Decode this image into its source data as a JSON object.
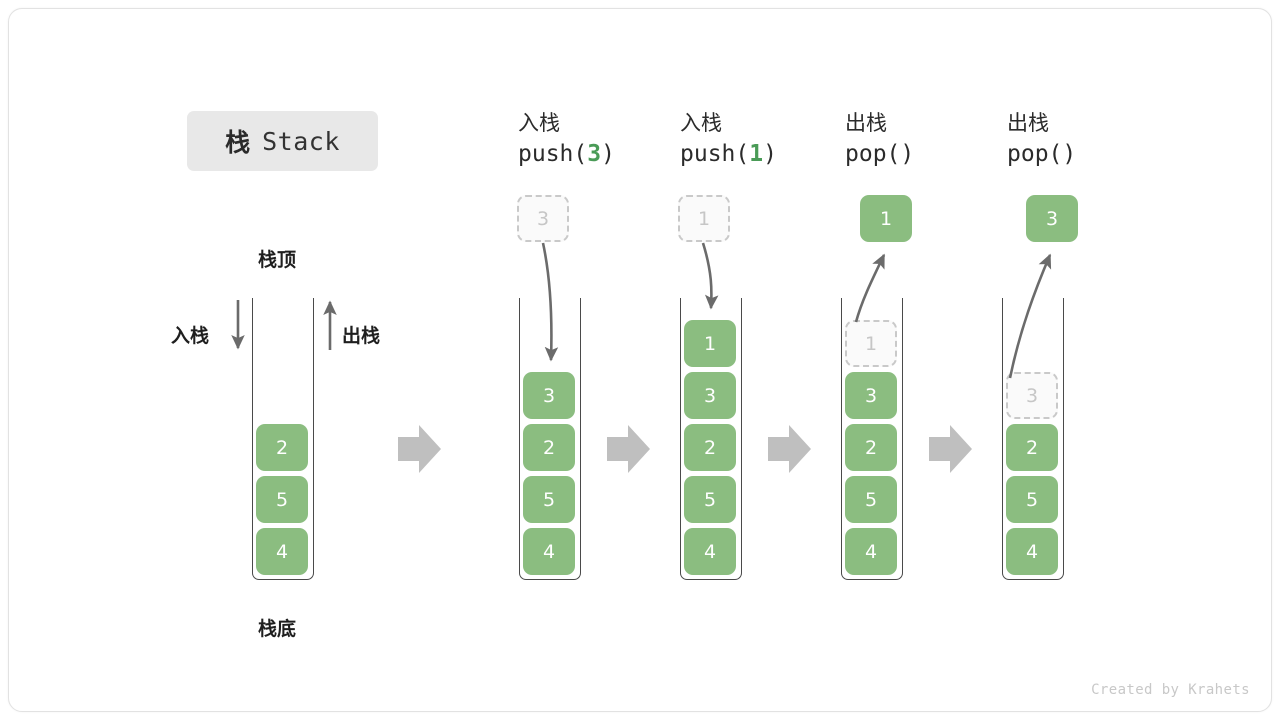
{
  "title": {
    "cn": "栈",
    "en": "Stack"
  },
  "labels": {
    "top": "栈顶",
    "bottom": "栈底",
    "push_side": "入栈",
    "pop_side": "出栈"
  },
  "footer": "Created by Krahets",
  "colors": {
    "element_green": "#8bbd80",
    "accent_green": "#4a9b57",
    "ghost_border": "#c9c9c9",
    "ghost_fill": "#fafafa",
    "ghost_text": "#c6c6c6",
    "arrow_gray": "#6b6b6b",
    "block_arrow_gray": "#bfbfbf",
    "badge_bg": "#e8e8e8",
    "stack_border": "#4a4a4a",
    "card_border": "#e2e2e2"
  },
  "steps": [
    {
      "id": "initial",
      "op_cn": "",
      "op_code": "",
      "op_arg": "",
      "op_suffix": "",
      "stack": [
        {
          "value": "2",
          "state": "filled"
        },
        {
          "value": "5",
          "state": "filled"
        },
        {
          "value": "4",
          "state": "filled"
        }
      ],
      "float_box": null
    },
    {
      "id": "push-3",
      "op_cn": "入栈",
      "op_code": "push(",
      "op_arg": "3",
      "op_suffix": ")",
      "stack": [
        {
          "value": "3",
          "state": "filled"
        },
        {
          "value": "2",
          "state": "filled"
        },
        {
          "value": "5",
          "state": "filled"
        },
        {
          "value": "4",
          "state": "filled"
        }
      ],
      "float_box": {
        "value": "3",
        "state": "ghost"
      }
    },
    {
      "id": "push-1",
      "op_cn": "入栈",
      "op_code": "push(",
      "op_arg": "1",
      "op_suffix": ")",
      "stack": [
        {
          "value": "1",
          "state": "filled"
        },
        {
          "value": "3",
          "state": "filled"
        },
        {
          "value": "2",
          "state": "filled"
        },
        {
          "value": "5",
          "state": "filled"
        },
        {
          "value": "4",
          "state": "filled"
        }
      ],
      "float_box": {
        "value": "1",
        "state": "ghost"
      }
    },
    {
      "id": "pop-1",
      "op_cn": "出栈",
      "op_code": "pop()",
      "op_arg": "",
      "op_suffix": "",
      "stack": [
        {
          "value": "1",
          "state": "ghost"
        },
        {
          "value": "3",
          "state": "filled"
        },
        {
          "value": "2",
          "state": "filled"
        },
        {
          "value": "5",
          "state": "filled"
        },
        {
          "value": "4",
          "state": "filled"
        }
      ],
      "float_box": {
        "value": "1",
        "state": "filled"
      }
    },
    {
      "id": "pop-3",
      "op_cn": "出栈",
      "op_code": "pop()",
      "op_arg": "",
      "op_suffix": "",
      "stack": [
        {
          "value": "3",
          "state": "ghost"
        },
        {
          "value": "2",
          "state": "filled"
        },
        {
          "value": "5",
          "state": "filled"
        },
        {
          "value": "4",
          "state": "filled"
        }
      ],
      "float_box": {
        "value": "3",
        "state": "filled"
      }
    }
  ]
}
